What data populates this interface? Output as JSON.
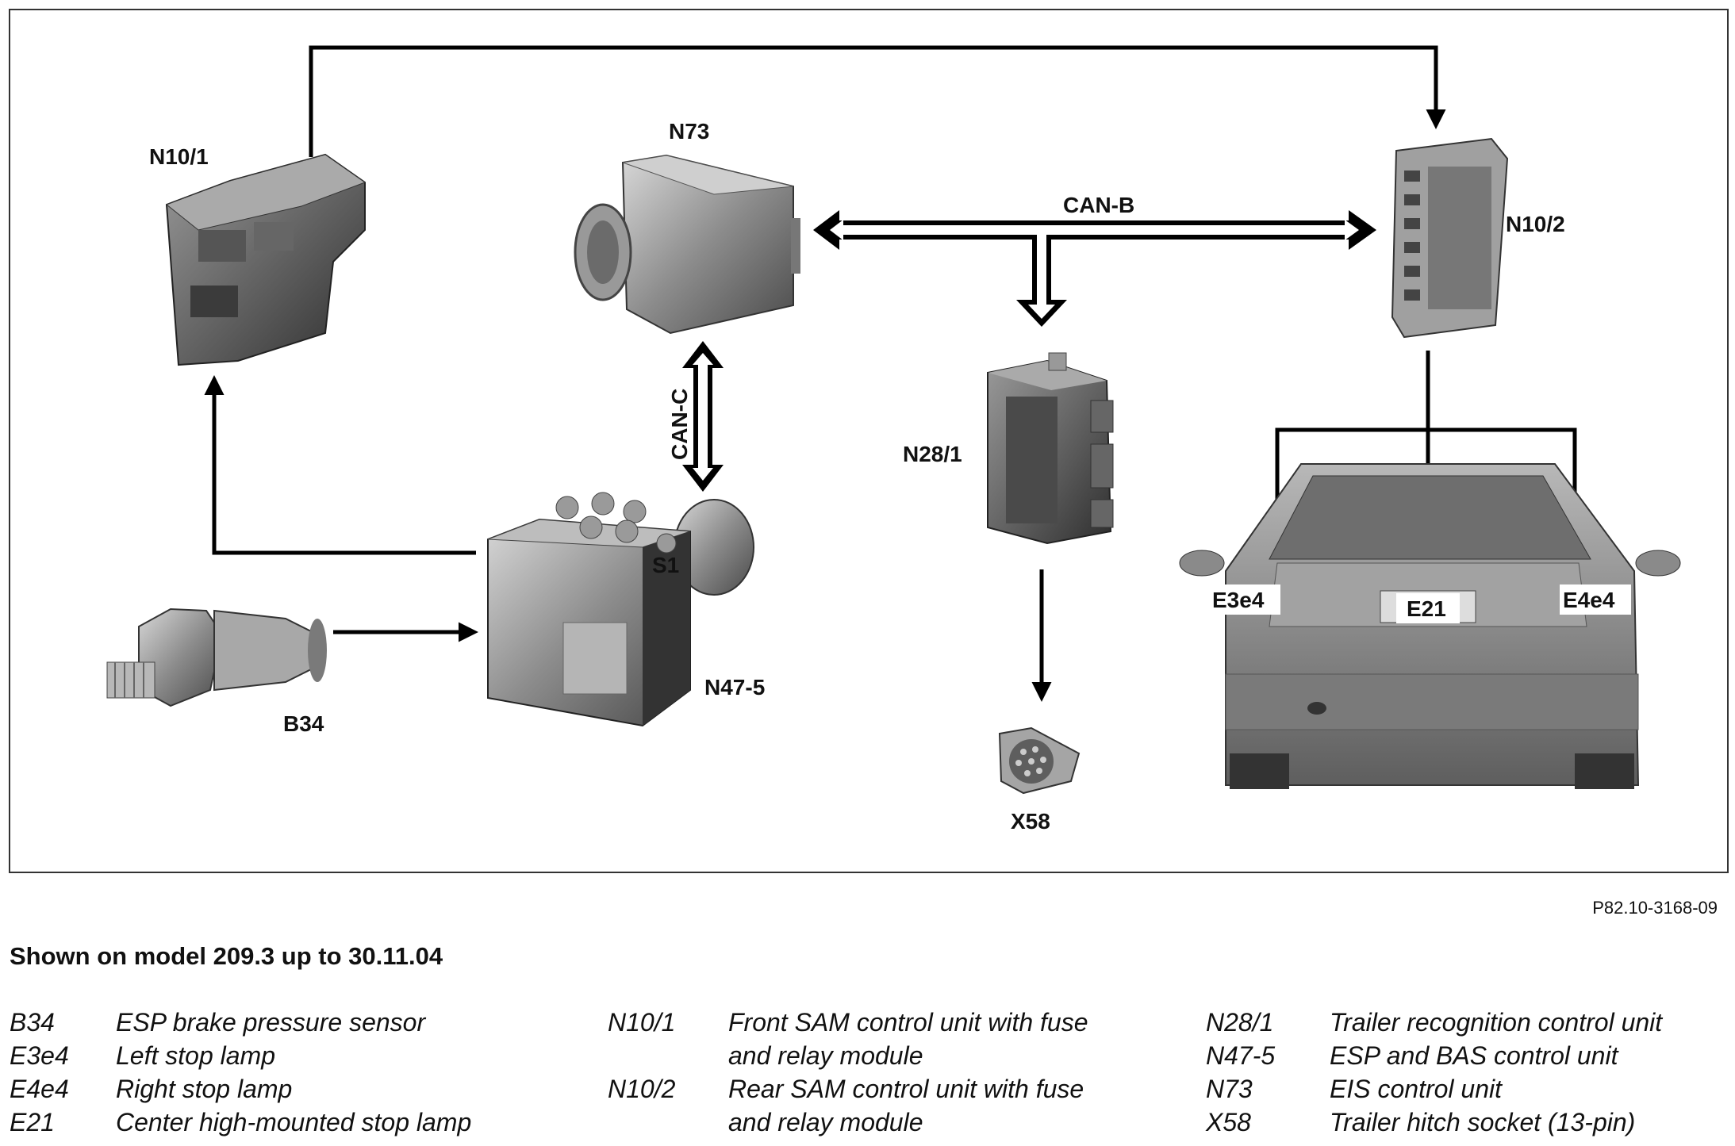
{
  "diagram": {
    "components": {
      "n10_1": "N10/1",
      "n73": "N73",
      "n10_2": "N10/2",
      "n28_1": "N28/1",
      "n47_5": "N47-5",
      "b34": "B34",
      "x58": "X58",
      "s1": "S1",
      "e3e4": "E3e4",
      "e21": "E21",
      "e4e4": "E4e4"
    },
    "buses": {
      "can_b": "CAN-B",
      "can_c": "CAN-C"
    }
  },
  "figure_ref": "P82.10-3168-09",
  "caption": "Shown on model 209.3 up to 30.11.04",
  "legend": {
    "col1": [
      {
        "code": "B34",
        "desc": "ESP brake pressure sensor"
      },
      {
        "code": "E3e4",
        "desc": "Left stop lamp"
      },
      {
        "code": "E4e4",
        "desc": "Right stop lamp"
      },
      {
        "code": "E21",
        "desc": "Center high-mounted stop lamp"
      }
    ],
    "col2": [
      {
        "code": "N10/1",
        "desc1": "Front SAM control unit with fuse",
        "desc2": "and relay module"
      },
      {
        "code": "N10/2",
        "desc1": "Rear SAM control unit with fuse",
        "desc2": "and relay module"
      }
    ],
    "col3": [
      {
        "code": "N28/1",
        "desc": "Trailer recognition control unit"
      },
      {
        "code": "N47-5",
        "desc": "ESP and BAS control unit"
      },
      {
        "code": "N73",
        "desc": "EIS control unit"
      },
      {
        "code": "X58",
        "desc": "Trailer hitch socket (13-pin)"
      }
    ]
  }
}
